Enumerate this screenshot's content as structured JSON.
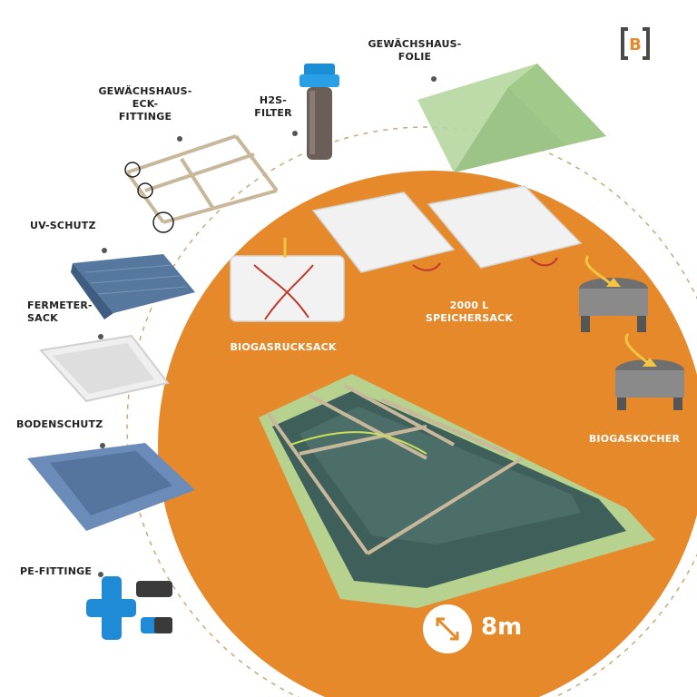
{
  "colors": {
    "orange": "#e5892b",
    "dark_green": "#3c5a55",
    "light_green": "#a9c98a",
    "blue_fabric": "#5a7aa0",
    "white_sack": "#ececec",
    "gold": "#e8a23a",
    "label_text": "#222222"
  },
  "labels": {
    "gewaechshaus_folie": "GEWÄCHSHAUS-\nFOLIE",
    "h2s_filter": "H2S-\nFILTER",
    "eck_fittinge": "GEWÄCHSHAUS-\nECK-\nFITTINGE",
    "uv_schutz": "UV-SCHUTZ",
    "fermeter_sack": "FERMETER-\nSACK",
    "bodenschutz": "BODENSCHUTZ",
    "pe_fittinge": "PE-FITTINGE",
    "biogasrucksack": "BIOGASRUCKSACK",
    "speichersack": "2000 L\nSPEICHERSACK",
    "biogaskocher": "BIOGASKOCHER"
  },
  "scale": {
    "value": "8m",
    "icon": "diagonal-arrow-icon"
  },
  "logo": {
    "icon": "bracket-b-logo",
    "letter": "B"
  }
}
